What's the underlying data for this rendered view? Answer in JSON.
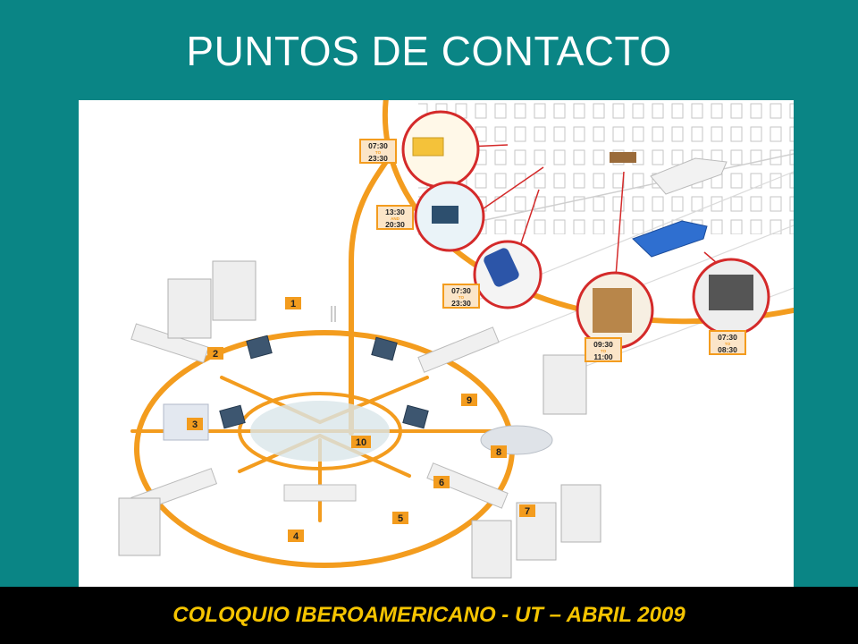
{
  "slide": {
    "title": "PUNTOS DE CONTACTO",
    "footer": "COLOQUIO IBEROAMERICANO - UT – ABRIL 2009"
  },
  "colors": {
    "background": "#0a8585",
    "path": "#f39c1e",
    "footer_text": "#f5c400",
    "callout_ring": "#d42a2a"
  },
  "numbers": [
    "1",
    "2",
    "3",
    "4",
    "5",
    "6",
    "7",
    "8",
    "9",
    "10"
  ],
  "time_badges": [
    {
      "start": "07:30",
      "joiner": "TO",
      "end": "23:30"
    },
    {
      "start": "13:30",
      "joiner": "AND",
      "end": "20:30"
    },
    {
      "start": "07:30",
      "joiner": "TO",
      "end": "23:30"
    },
    {
      "start": "09:30",
      "joiner": "TO",
      "end": "11:00"
    },
    {
      "start": "07:30",
      "joiner": "TO",
      "end": "08:30"
    }
  ]
}
